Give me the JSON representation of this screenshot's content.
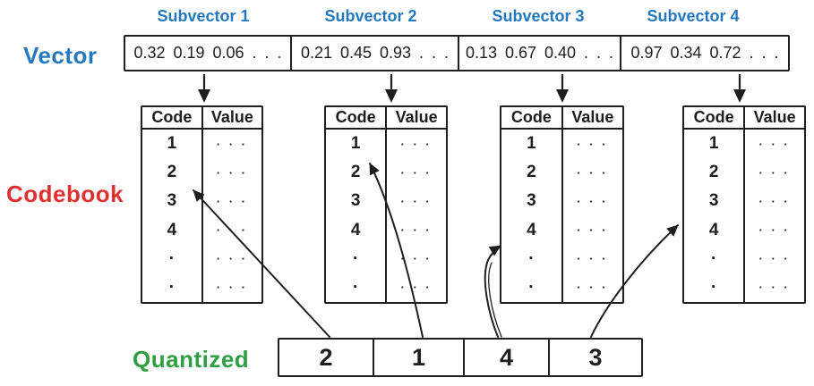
{
  "colors": {
    "ink": "#1e1e1e",
    "blue": "#2478bd",
    "red": "#e03131",
    "green": "#2f9e44",
    "background": "#ffffff"
  },
  "vector": {
    "label": "Vector",
    "segments": [
      {
        "subvector_label": "Subvector 1",
        "numbers": [
          0.32,
          0.19,
          0.06
        ],
        "values_text": "0.32 0.19 0.06 . . ."
      },
      {
        "subvector_label": "Subvector 2",
        "numbers": [
          0.21,
          0.45,
          0.93
        ],
        "values_text": "0.21 0.45 0.93 . . ."
      },
      {
        "subvector_label": "Subvector 3",
        "numbers": [
          0.13,
          0.67,
          0.4
        ],
        "values_text": "0.13 0.67 0.40 . . ."
      },
      {
        "subvector_label": "Subvector 4",
        "numbers": [
          0.97,
          0.34,
          0.72
        ],
        "values_text": "0.97 0.34 0.72 . . ."
      }
    ]
  },
  "codebook": {
    "label": "Codebook",
    "headers": [
      "Code",
      "Value"
    ],
    "rows": [
      {
        "code": "1",
        "value": "· · ·"
      },
      {
        "code": "2",
        "value": "· · ·"
      },
      {
        "code": "3",
        "value": "· · ·"
      },
      {
        "code": "4",
        "value": "· · ·"
      },
      {
        "code": "·",
        "value": "· · ·"
      },
      {
        "code": "·",
        "value": "· · ·"
      }
    ],
    "table_count": 4
  },
  "quantized": {
    "label": "Quantized",
    "cells": [
      "2",
      "1",
      "4",
      "3"
    ]
  },
  "mappings": [
    {
      "subvector": 1,
      "selected_code": "2"
    },
    {
      "subvector": 2,
      "selected_code": "1"
    },
    {
      "subvector": 3,
      "selected_code": "4"
    },
    {
      "subvector": 4,
      "selected_code": "3"
    }
  ]
}
